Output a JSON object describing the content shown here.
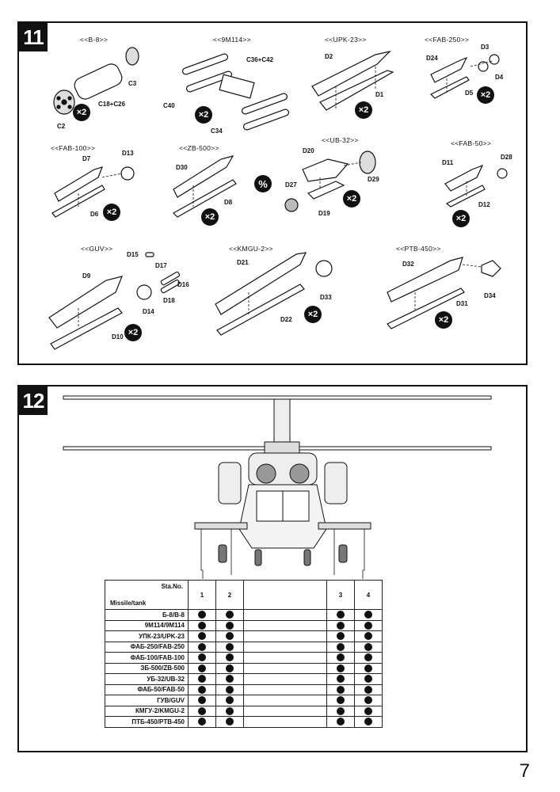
{
  "step11": {
    "number": "11",
    "weapons": [
      {
        "label": "<<B-8>>",
        "parts": [
          "C3",
          "C18+C26",
          "C2"
        ],
        "qty": "×2"
      },
      {
        "label": "<<9M114>>",
        "parts": [
          "C36+C42",
          "C40",
          "C34"
        ],
        "qty": "×2"
      },
      {
        "label": "<<UPK-23>>",
        "parts": [
          "D2",
          "D1"
        ],
        "qty": "×2"
      },
      {
        "label": "<<FAB-250>>",
        "parts": [
          "D3",
          "D24",
          "D4",
          "D5"
        ],
        "qty": "×2"
      },
      {
        "label": "<<FAB-100>>",
        "parts": [
          "D13",
          "D7",
          "D6"
        ],
        "qty": "×2"
      },
      {
        "label": "<<ZB-500>>",
        "parts": [
          "D30",
          "D8"
        ],
        "qty": "×2"
      },
      {
        "label": "<<UB-32>>",
        "parts": [
          "D20",
          "D29",
          "D27",
          "D19"
        ],
        "qty": "×2"
      },
      {
        "label": "<<FAB-50>>",
        "parts": [
          "D28",
          "D11",
          "D12"
        ],
        "qty": "×2"
      },
      {
        "label": "<<GUV>>",
        "parts": [
          "D15",
          "D17",
          "D9",
          "D16",
          "D18",
          "D14",
          "D10"
        ],
        "qty": "×2"
      },
      {
        "label": "<<KMGU-2>>",
        "parts": [
          "D21",
          "D33",
          "D22"
        ],
        "qty": "×2"
      },
      {
        "label": "<<PTB-450>>",
        "parts": [
          "D32",
          "D34",
          "D31"
        ],
        "qty": "×2"
      }
    ],
    "symbol": "%"
  },
  "step12": {
    "number": "12",
    "table": {
      "header_top": "Sta.No.",
      "header_left": "Missile/tank",
      "stations": [
        "1",
        "2",
        "3",
        "4"
      ],
      "rows": [
        {
          "name": "Б-8/B-8",
          "s": [
            true,
            true,
            true,
            true
          ]
        },
        {
          "name": "9M114/9M114",
          "s": [
            true,
            true,
            true,
            true
          ]
        },
        {
          "name": "УПК-23/UPK-23",
          "s": [
            true,
            true,
            true,
            true
          ]
        },
        {
          "name": "ФАБ-250/FAB-250",
          "s": [
            true,
            true,
            true,
            true
          ]
        },
        {
          "name": "ФАБ-100/FAB-100",
          "s": [
            true,
            true,
            true,
            true
          ]
        },
        {
          "name": "ЗБ-500/ZB-500",
          "s": [
            true,
            true,
            true,
            true
          ]
        },
        {
          "name": "УБ-32/UB-32",
          "s": [
            true,
            true,
            true,
            true
          ]
        },
        {
          "name": "ФАБ-50/FAB-50",
          "s": [
            true,
            true,
            true,
            true
          ]
        },
        {
          "name": "ГУВ/GUV",
          "s": [
            true,
            true,
            true,
            true
          ]
        },
        {
          "name": "КМГУ-2/KMGU-2",
          "s": [
            true,
            true,
            true,
            true
          ]
        },
        {
          "name": "ПТБ-450/PTB-450",
          "s": [
            true,
            true,
            true,
            true
          ]
        }
      ]
    }
  },
  "page_number": "7"
}
